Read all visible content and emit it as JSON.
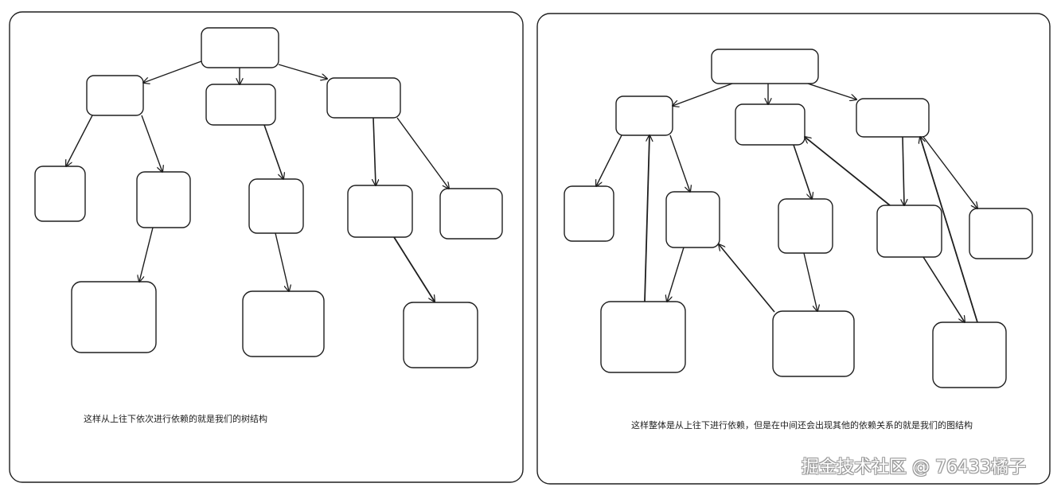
{
  "panels": {
    "tree": {
      "caption": "这样从上往下依次进行依赖的就是我们的树结构"
    },
    "graph": {
      "caption": "这样整体是从上往下进行依赖，但是在中间还会出现其他的依赖关系的就是我们的图结构"
    }
  },
  "watermark": "掘金技术社区 @ 76433橘子",
  "colors": {
    "stroke": "#1e1e1e",
    "background": "#ffffff"
  }
}
